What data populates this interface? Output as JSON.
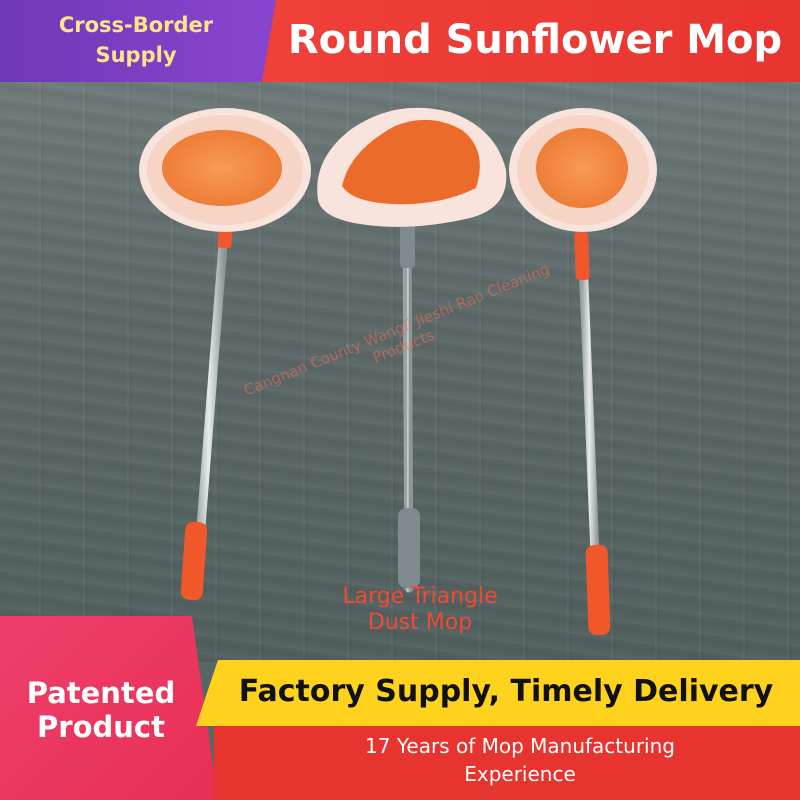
{
  "header": {
    "badge_line1": "Cross-Border",
    "badge_line2": "Supply",
    "title": "Round Sunflower Mop"
  },
  "watermark": {
    "line1": "Cangnan County Wangli Jieshi Rao Cleaning",
    "line2": "Products"
  },
  "callout": {
    "line1": "Large Triangle",
    "line2": "Dust Mop"
  },
  "bottom": {
    "patent_line1": "Patented",
    "patent_line2": "Product",
    "factory": "Factory Supply, Timely Delivery",
    "experience_line1": "17 Years of Mop Manufacturing",
    "experience_line2": "Experience"
  },
  "colors": {
    "purple": "#7a3cc4",
    "red": "#e8342e",
    "pink": "#ee3f6b",
    "yellow": "#ffd21e",
    "mop_orange": "#f07a3a",
    "handle_orange": "#f0572a"
  }
}
